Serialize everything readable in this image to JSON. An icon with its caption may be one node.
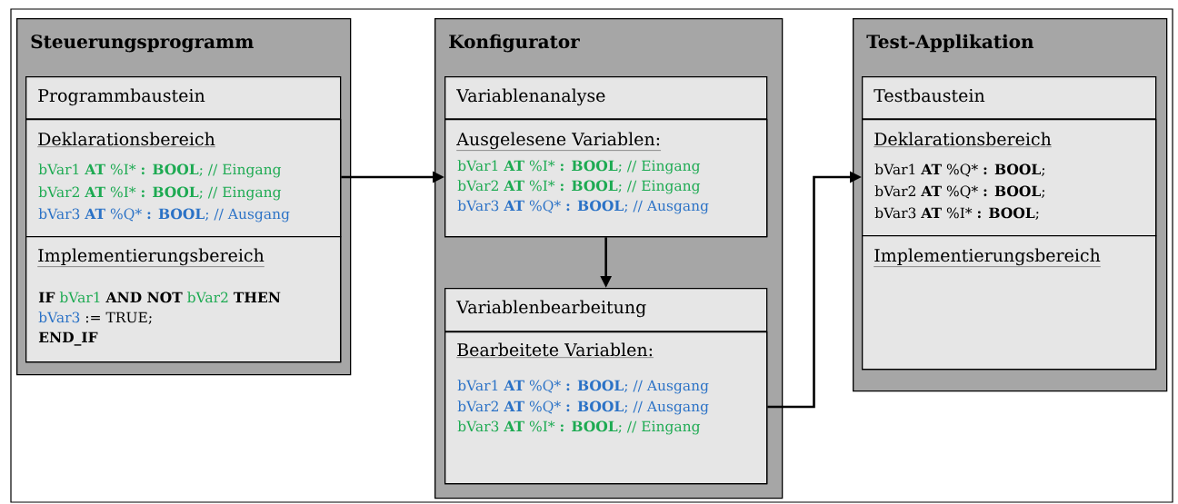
{
  "diagram": {
    "nodes": [
      {
        "text": [
          "Steuerungsprogramm"
        ]
      },
      {
        "text": [
          "Programmbaustein"
        ],
        "in": 0
      },
      {
        "text": [
          "Deklarationsbereich",
          "bVar1 **AT** %I* **: BOOL**; // Eingang",
          "bVar2 **AT** %I* **: BOOL**; // Eingang",
          "bVar3 **AT** %Q* **: BOOL**; // Ausgang"
        ],
        "in": 1
      },
      {
        "text": [
          "Implementierungsbereich",
          "IF",
          "bVar1",
          "AND NOT",
          "bVar2",
          "THEN",
          "bVar3",
          ":= TRUE;",
          "END_IF"
        ],
        "in": 1
      },
      {
        "text": [
          "Konfigurator"
        ]
      },
      {
        "text": [
          "Variablenanalyse"
        ],
        "in": 4
      },
      {
        "text": [
          "Ausgelesene Variablen:",
          "bVar1 **AT** %I* **: BOOL**; // Eingang",
          "bVar2 **AT** %I* **: BOOL**; // Eingang",
          "bVar3 **AT** %Q* **: BOOL**; // Ausgang"
        ],
        "in": 5
      },
      {
        "text": [
          "Variablenbearbeitung"
        ],
        "in": 4
      },
      {
        "text": [
          "Bearbeitete Variablen:",
          "bVar1 **AT** %Q* **: BOOL**; // Ausgang",
          "bVar2 **AT** %Q* **: BOOL**; // Ausgang",
          "bVar3 **AT** %I* **: BOOL**; // Eingang"
        ],
        "in": 7
      },
      {
        "text": [
          "Test-Applikation"
        ]
      },
      {
        "text": [
          "Testbaustein"
        ],
        "in": 9
      },
      {
        "text": [
          "Deklarationsbereich",
          "bVar1 **AT** %Q* **: BOOL**;",
          "bVar2 **AT** %Q* **: BOOL**;",
          "bVar3 **AT** %I* **: BOOL**;"
        ],
        "in": 10
      },
      {
        "text": [
          "Implementierungsbereich"
        ],
        "in": 10
      }
    ],
    "edges": [
      {
        "from": 2,
        "to": 6,
        "arrow": "to"
      },
      {
        "from": 6,
        "to": 7,
        "arrow": "to"
      },
      {
        "from": 8,
        "to": 11,
        "arrow": "to"
      }
    ]
  }
}
